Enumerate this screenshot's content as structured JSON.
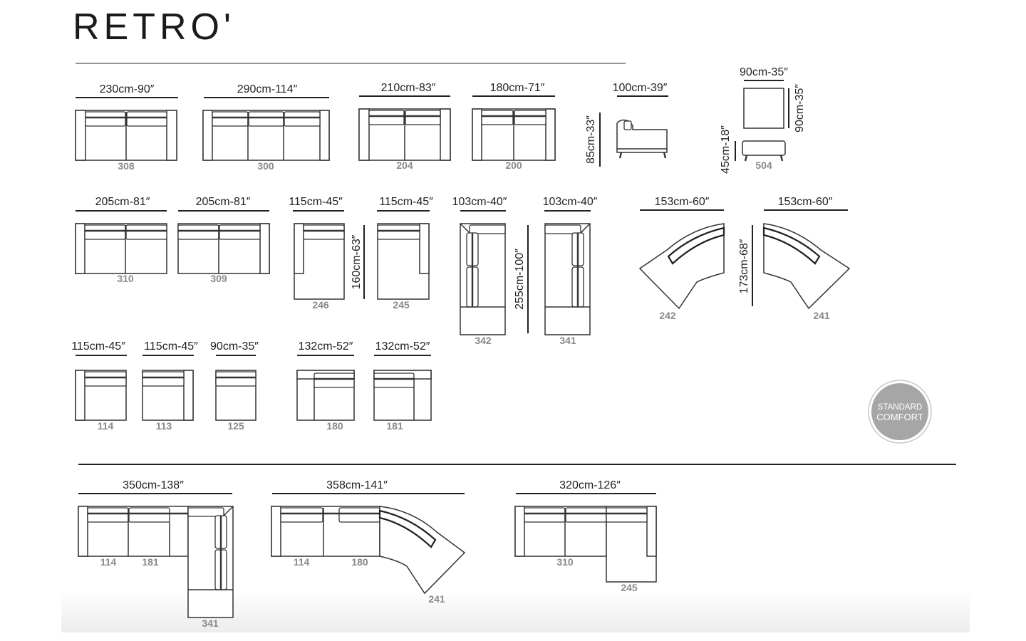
{
  "title": "RETRO'",
  "badge": {
    "line1": "STANDARD",
    "line2": "COMFORT"
  },
  "modules": {
    "m308": {
      "dim": "230cm-90″",
      "code": "308"
    },
    "m300": {
      "dim": "290cm-114″",
      "code": "300"
    },
    "m204": {
      "dim": "210cm-83″",
      "code": "204"
    },
    "m200": {
      "dim": "180cm-71″",
      "code": "200"
    },
    "side": {
      "dim": "100cm-39″",
      "height": "85cm-33″"
    },
    "m504": {
      "width": "90cm-35″",
      "depth": "90cm-35″",
      "height": "45cm-18″",
      "code": "504"
    },
    "m310": {
      "dim": "205cm-81″",
      "code": "310"
    },
    "m309": {
      "dim": "205cm-81″",
      "code": "309"
    },
    "m246": {
      "dim": "115cm-45″",
      "depth": "160cm-63″",
      "code": "246"
    },
    "m245": {
      "dim": "115cm-45″",
      "code": "245"
    },
    "m342": {
      "dim": "103cm-40″",
      "depth": "255cm-100″",
      "code": "342"
    },
    "m341": {
      "dim": "103cm-40″",
      "code": "341"
    },
    "m242": {
      "dim": "153cm-60″",
      "code": "242"
    },
    "m241": {
      "dim": "153cm-60″",
      "depth": "173cm-68″",
      "code": "241"
    },
    "m114": {
      "dim": "115cm-45″",
      "code": "114"
    },
    "m113": {
      "dim": "115cm-45″",
      "code": "113"
    },
    "m125": {
      "dim": "90cm-35″",
      "code": "125"
    },
    "m180": {
      "dim": "132cm-52″",
      "code": "180"
    },
    "m181": {
      "dim": "132cm-52″",
      "code": "181"
    }
  },
  "compositions": {
    "c1": {
      "dim": "350cm-138″",
      "codes": [
        "114",
        "181",
        "341"
      ]
    },
    "c2": {
      "dim": "358cm-141″",
      "codes": [
        "114",
        "180",
        "241"
      ]
    },
    "c3": {
      "dim": "320cm-126″",
      "codes": [
        "310",
        "245"
      ]
    }
  }
}
